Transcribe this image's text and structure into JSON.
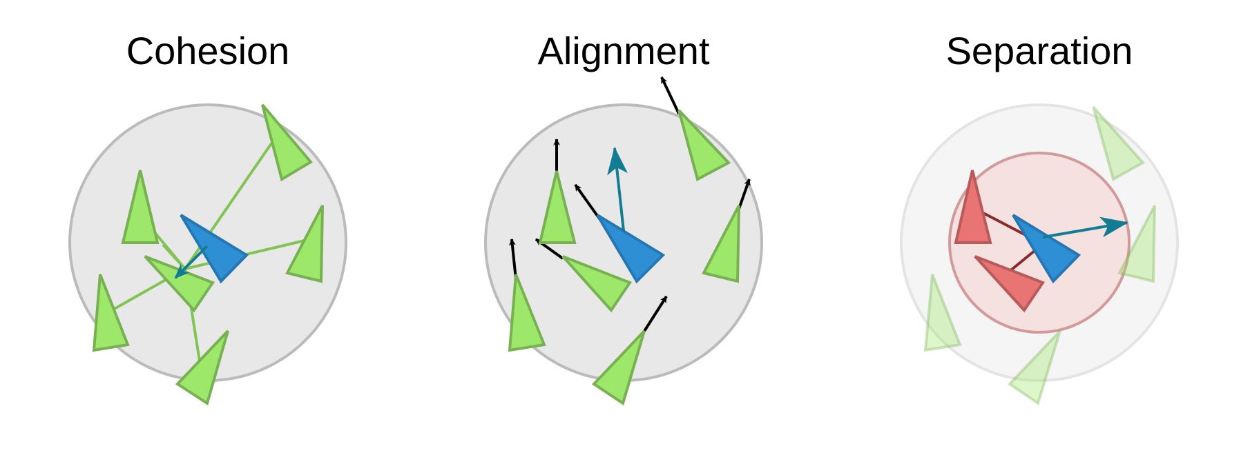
{
  "panels": [
    {
      "id": "cohesion",
      "title": "Cohesion"
    },
    {
      "id": "alignment",
      "title": "Alignment"
    },
    {
      "id": "separation",
      "title": "Separation"
    }
  ],
  "colors": {
    "neighbor_fill": "#9de86a",
    "neighbor_stroke": "#78b152",
    "focal_fill": "#2e8fd4",
    "focal_stroke": "#2577b3",
    "steer_arrow": "#127c92",
    "heading_arrow": "#000000",
    "neighbor_link": "#82c454",
    "separation_fill": "#e87474",
    "separation_stroke": "#b85a5a",
    "separation_link": "#8b2a2a",
    "radius_fill": "#e8e8e8",
    "radius_stroke": "#bbbbbb",
    "near_radius_fill": "#f6e1e1",
    "near_radius_stroke": "#d29a9a"
  }
}
